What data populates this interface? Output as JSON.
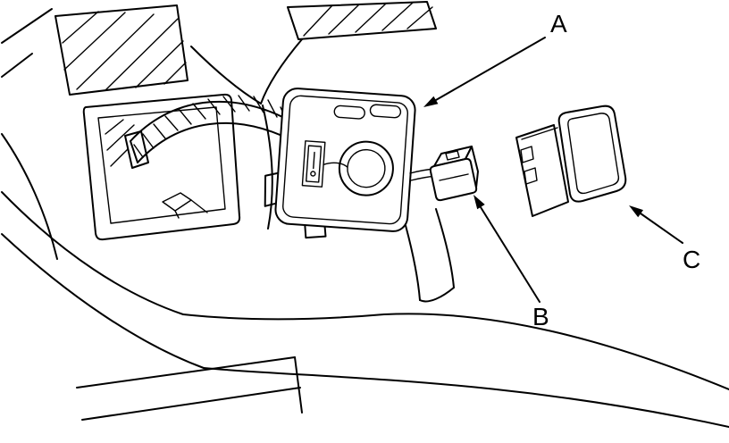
{
  "figure": {
    "callouts": [
      {
        "id": "A",
        "label": "A"
      },
      {
        "id": "B",
        "label": "B"
      },
      {
        "id": "C",
        "label": "C"
      }
    ]
  },
  "colors": {
    "line": "#000000",
    "background": "#ffffff"
  }
}
